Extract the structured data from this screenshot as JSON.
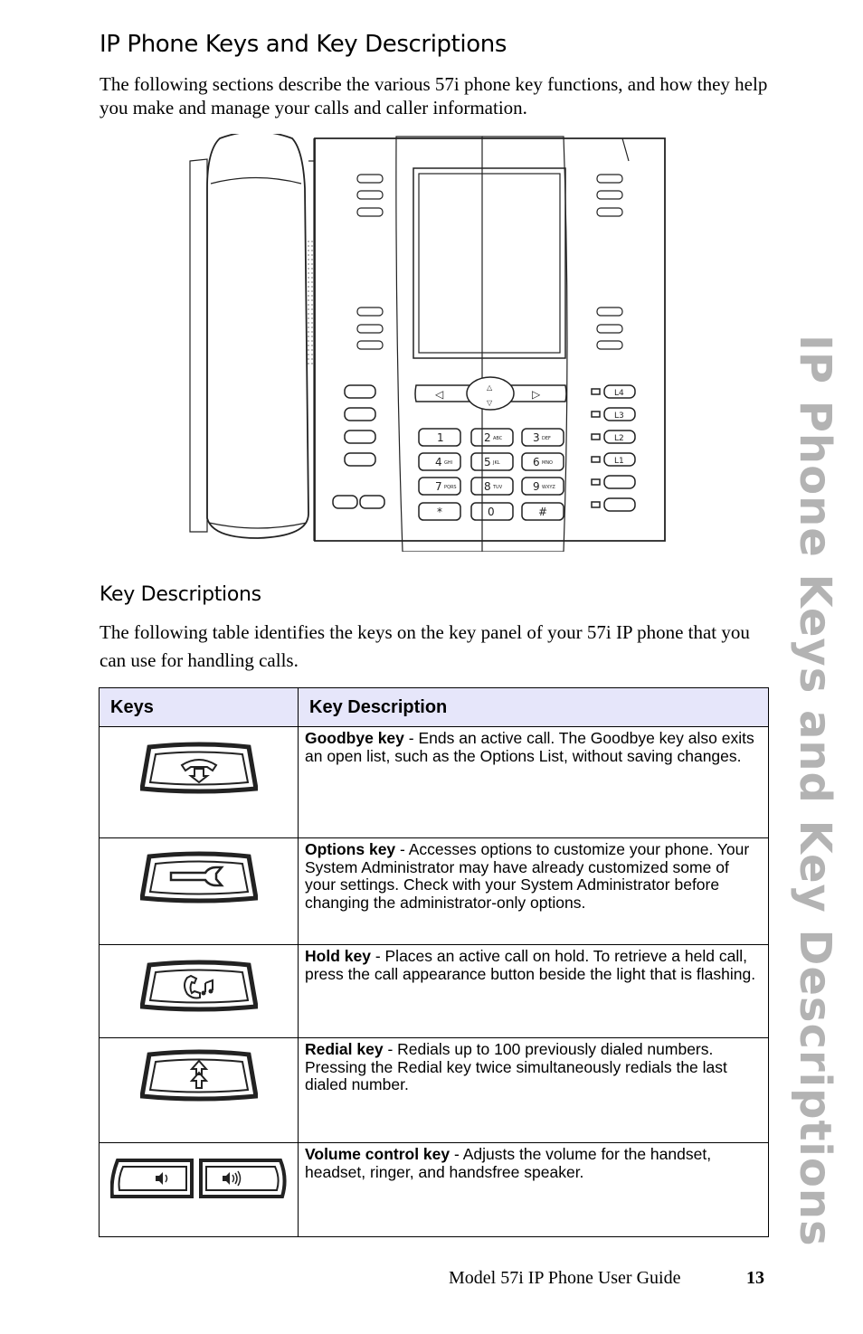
{
  "heading": "IP Phone Keys and Key Descriptions",
  "intro": "The following sections describe the various 57i phone key functions, and how they help you make and manage your calls and caller information.",
  "subheading": "Key Descriptions",
  "table_intro": "The following table identifies the keys on the key panel of your 57i IP phone that you can use for handling calls.",
  "table": {
    "headers": [
      "Keys",
      "Key Description"
    ],
    "rows": [
      {
        "key": "Goodbye key",
        "desc": " - Ends an active call. The Goodbye key also exits an open list, such as the Options List, without saving changes.",
        "icon": "goodbye-key-icon"
      },
      {
        "key": "Options key",
        "desc": " - Accesses options to customize your phone. Your System Administrator may have already customized some of your settings. Check with your System Administrator before changing the administrator-only options.",
        "icon": "options-key-icon"
      },
      {
        "key": "Hold key",
        "desc": " - Places an active call on hold. To retrieve a held call, press the call appearance button beside the light that is flashing.",
        "icon": "hold-key-icon"
      },
      {
        "key": "Redial key",
        "desc": " - Redials up to 100 previously dialed numbers. Pressing the Redial key twice simultaneously redials the last dialed number.",
        "icon": "redial-key-icon"
      },
      {
        "key": "Volume control key",
        "desc": " - Adjusts the volume for the handset, headset, ringer, and handsfree speaker.",
        "icon": "volume-key-icon"
      }
    ]
  },
  "phone_keypad": {
    "digits": [
      "1",
      "2",
      "3",
      "4",
      "5",
      "6",
      "7",
      "8",
      "9",
      "*",
      "0",
      "#"
    ],
    "letters": [
      "",
      "ABC",
      "DEF",
      "GHI",
      "JKL",
      "MNO",
      "PQRS",
      "TUV",
      "WXYZ",
      "",
      "",
      ""
    ],
    "line_keys": [
      "L4",
      "L3",
      "L2",
      "L1"
    ]
  },
  "side_tab": "IP Phone Keys and Key Descriptions",
  "footer": {
    "title": "Model 57i IP Phone User Guide",
    "page": "13"
  }
}
